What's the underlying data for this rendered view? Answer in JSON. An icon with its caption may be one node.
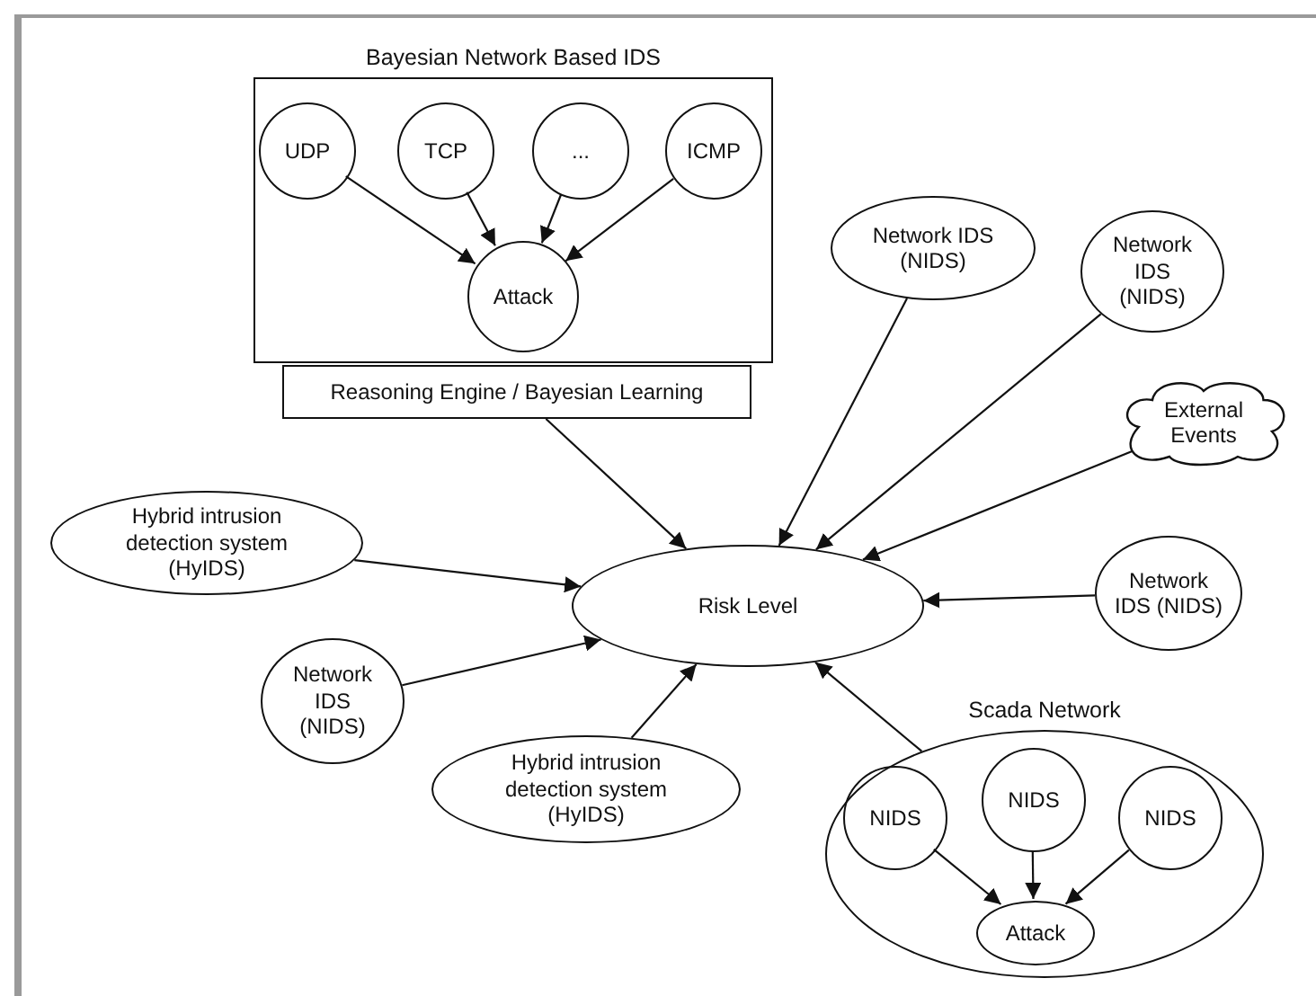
{
  "diagram": {
    "nodes": [
      {
        "text": [
          "Bayesian Network Based IDS"
        ]
      },
      {
        "text": [
          "UDP"
        ],
        "in": 0
      },
      {
        "text": [
          "TCP"
        ],
        "in": 0
      },
      {
        "text": [
          "..."
        ],
        "in": 0
      },
      {
        "text": [
          "ICMP"
        ],
        "in": 0
      },
      {
        "text": [
          "Attack"
        ],
        "in": 0
      },
      {
        "text": [
          "Reasoning Engine / Bayesian Learning"
        ]
      },
      {
        "text": [
          "Network IDS (NIDS)"
        ]
      },
      {
        "text": [
          "Network IDS (NIDS)"
        ]
      },
      {
        "text": [
          "External Events"
        ]
      },
      {
        "text": [
          "Hybrid intrusion detection system (HyIDS)"
        ]
      },
      {
        "text": [
          "Risk Level"
        ]
      },
      {
        "text": [
          "Network IDS (NIDS)"
        ]
      },
      {
        "text": [
          "Network IDS (NIDS)"
        ]
      },
      {
        "text": [
          "Hybrid intrusion detection system (HyIDS)"
        ]
      },
      {
        "text": [
          "Scada Network"
        ]
      },
      {
        "text": [
          "NIDS"
        ],
        "in": 15
      },
      {
        "text": [
          "NIDS"
        ],
        "in": 15
      },
      {
        "text": [
          "NIDS"
        ],
        "in": 15
      },
      {
        "text": [
          "Attack"
        ],
        "in": 15
      }
    ],
    "edges": [
      {
        "from": 1,
        "to": 5,
        "arrow": "to"
      },
      {
        "from": 2,
        "to": 5,
        "arrow": "to"
      },
      {
        "from": 3,
        "to": 5,
        "arrow": "to"
      },
      {
        "from": 4,
        "to": 5,
        "arrow": "to"
      },
      {
        "from": 6,
        "to": 11,
        "arrow": "to"
      },
      {
        "from": 7,
        "to": 11,
        "arrow": "to"
      },
      {
        "from": 8,
        "to": 11,
        "arrow": "to"
      },
      {
        "from": 9,
        "to": 11,
        "arrow": "to"
      },
      {
        "from": 10,
        "to": 11,
        "arrow": "to"
      },
      {
        "from": 12,
        "to": 11,
        "arrow": "to"
      },
      {
        "from": 13,
        "to": 11,
        "arrow": "to"
      },
      {
        "from": 14,
        "to": 11,
        "arrow": "to"
      },
      {
        "from": 15,
        "to": 11,
        "arrow": "to"
      },
      {
        "from": 16,
        "to": 19,
        "arrow": "to"
      },
      {
        "from": 17,
        "to": 19,
        "arrow": "to"
      },
      {
        "from": 18,
        "to": 19,
        "arrow": "to"
      }
    ]
  }
}
